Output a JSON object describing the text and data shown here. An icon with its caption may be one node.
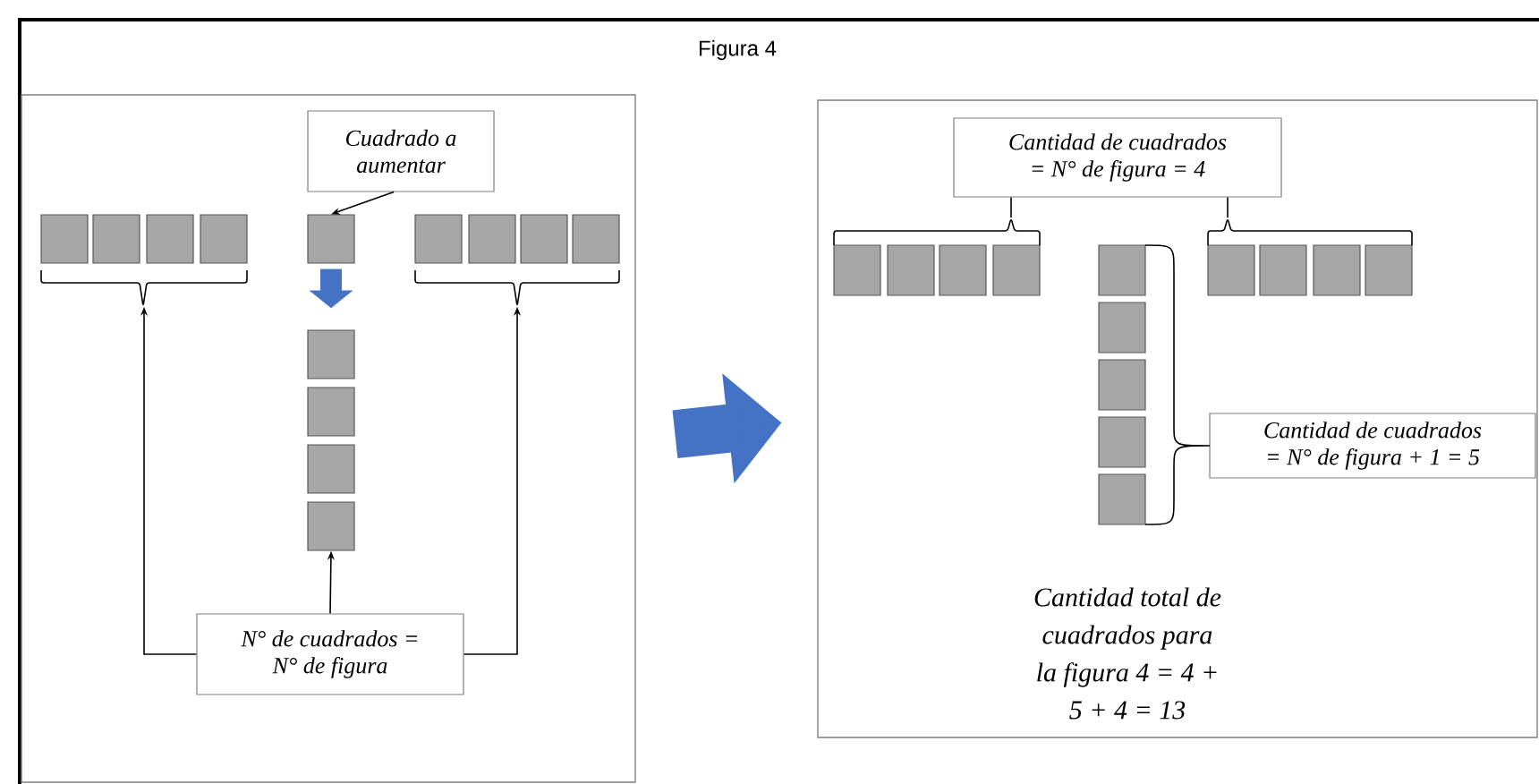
{
  "diagram": {
    "title": "Figura 4",
    "nodes": [
      {
        "text": [],
        "shape": "box"
      },
      {
        "text": [],
        "shape": "box"
      },
      {
        "text": [
          "Cuadrado a aumentar"
        ],
        "in": 0
      },
      {
        "text": [],
        "shape": "box",
        "in": 0
      },
      {
        "text": [],
        "shape": "box",
        "in": 0
      },
      {
        "text": [],
        "shape": "box",
        "in": 0
      },
      {
        "text": [],
        "shape": "box",
        "in": 0
      },
      {
        "text": [],
        "shape": "box",
        "in": 0
      },
      {
        "text": [],
        "shape": "box",
        "in": 0
      },
      {
        "text": [],
        "shape": "box",
        "in": 0
      },
      {
        "text": [],
        "shape": "box",
        "in": 0
      },
      {
        "text": [],
        "shape": "box",
        "in": 0
      },
      {
        "text": [],
        "shape": "box",
        "in": 0
      },
      {
        "text": [],
        "shape": "box",
        "in": 0
      },
      {
        "text": [],
        "shape": "box",
        "in": 0
      },
      {
        "text": [],
        "shape": "box",
        "in": 0
      },
      {
        "text": [
          "N° de cuadrados = N° de figura"
        ],
        "in": 0
      },
      {
        "text": [
          "Cantidad de cuadrados = N° de figura = 4"
        ],
        "in": 1
      },
      {
        "text": [],
        "shape": "box",
        "in": 1
      },
      {
        "text": [],
        "shape": "box",
        "in": 1
      },
      {
        "text": [],
        "shape": "box",
        "in": 1
      },
      {
        "text": [],
        "shape": "box",
        "in": 1
      },
      {
        "text": [],
        "shape": "box",
        "in": 1
      },
      {
        "text": [],
        "shape": "box",
        "in": 1
      },
      {
        "text": [],
        "shape": "box",
        "in": 1
      },
      {
        "text": [],
        "shape": "box",
        "in": 1
      },
      {
        "text": [],
        "shape": "box",
        "in": 1
      },
      {
        "text": [],
        "shape": "box",
        "in": 1
      },
      {
        "text": [],
        "shape": "box",
        "in": 1
      },
      {
        "text": [],
        "shape": "box",
        "in": 1
      },
      {
        "text": [],
        "shape": "box",
        "in": 1
      },
      {
        "text": [
          "Cantidad de cuadrados = N° de figura + 1 = 5"
        ],
        "in": 1
      },
      {
        "text": [],
        "shape": "bracket",
        "in": 0
      },
      {
        "text": [],
        "shape": "bracket",
        "in": 0
      },
      {
        "text": [],
        "shape": "bracket",
        "in": 1
      },
      {
        "text": [],
        "shape": "bracket",
        "in": 1
      }
    ],
    "edges": [
      {
        "from": 0,
        "to": 1,
        "arrow": "to",
        "style": "thick",
        "color": "#4472c4"
      },
      {
        "from": 2,
        "to": 7,
        "arrow": "to"
      },
      {
        "from": 7,
        "to": 8,
        "arrow": "to",
        "style": "thick",
        "color": "#4472c4"
      },
      {
        "from": 16,
        "to": 32,
        "arrow": "to"
      },
      {
        "from": 16,
        "to": 11,
        "arrow": "to"
      },
      {
        "from": 16,
        "to": 33,
        "arrow": "to"
      },
      {
        "from": 17,
        "to": 34,
        "arrow": "none"
      },
      {
        "from": 17,
        "to": 35,
        "arrow": "none"
      }
    ],
    "labels": [
      "Cantidad total de cuadrados para la figura 4 = 4 + 5 + 4 = 13"
    ]
  }
}
